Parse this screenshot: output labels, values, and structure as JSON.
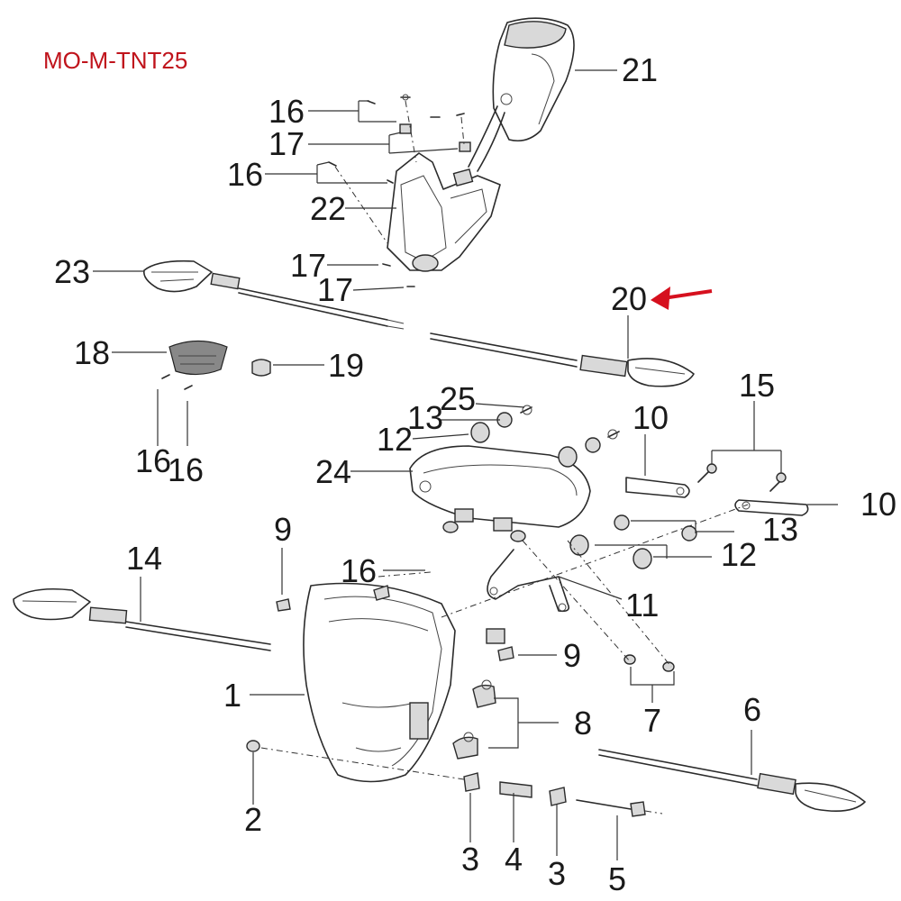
{
  "model_code": "MO-M-TNT25",
  "highlight_color": "#d6101e",
  "callouts": {
    "c21": "21",
    "c16a": "16",
    "c17a": "17",
    "c16b": "16",
    "c22": "22",
    "c23": "23",
    "c17b": "17",
    "c17c": "17",
    "c20": "20",
    "c18": "18",
    "c19": "19",
    "c16c": "16",
    "c16d": "16",
    "c25": "25",
    "c13a": "13",
    "c12a": "12",
    "c10a": "10",
    "c15": "15",
    "c24": "24",
    "c10b": "10",
    "c9a": "9",
    "c13b": "13",
    "c14": "14",
    "c16e": "16",
    "c12b": "12",
    "c11": "11",
    "c9b": "9",
    "c1": "1",
    "c8": "8",
    "c6": "6",
    "c7": "7",
    "c2": "2",
    "c3a": "3",
    "c4": "4",
    "c3b": "3",
    "c5": "5"
  }
}
